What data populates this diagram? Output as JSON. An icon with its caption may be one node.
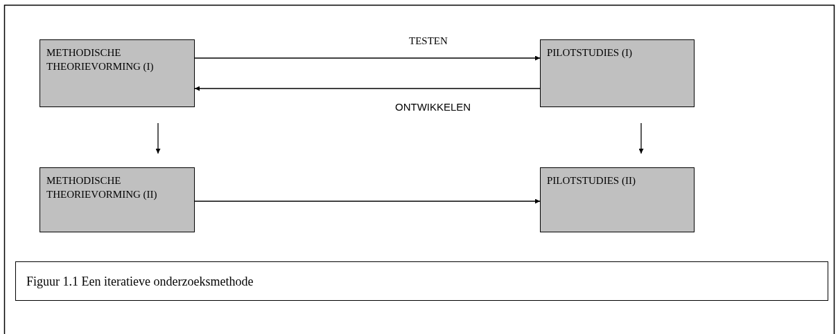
{
  "diagram": {
    "caption": "Figuur 1.1 Een iteratieve onderzoeksmethode",
    "nodes": [
      {
        "text": [
          "METHODISCHE THEORIEVORMING (I)"
        ]
      },
      {
        "text": [
          "PILOTSTUDIES (I)"
        ]
      },
      {
        "text": [
          "METHODISCHE THEORIEVORMING (II)"
        ]
      },
      {
        "text": [
          "PILOTSTUDIES (II)"
        ]
      }
    ],
    "edges": [
      {
        "from": 0,
        "to": 1,
        "arrow": "to",
        "label": "TESTEN"
      },
      {
        "from": 1,
        "to": 0,
        "arrow": "to",
        "label": "ONTWIKKELEN"
      },
      {
        "from": 0,
        "to": 2,
        "arrow": "to"
      },
      {
        "from": 1,
        "to": 3,
        "arrow": "to"
      },
      {
        "from": 2,
        "to": 3,
        "arrow": "to"
      }
    ]
  }
}
